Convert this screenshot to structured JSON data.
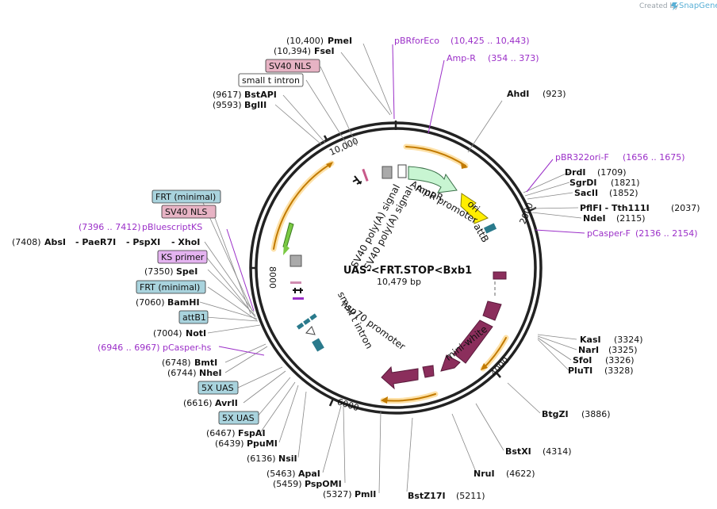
{
  "credit": {
    "prefix": "Created by",
    "brand": "SnapGene"
  },
  "plasmid": {
    "name": "UAS-<FRT.STOP<Bxb1",
    "length_label": "10,479 bp"
  },
  "ticks": [
    "2000",
    "4000",
    "6000",
    "8000",
    "10,000"
  ],
  "sites_right": [
    {
      "pos": "(923)",
      "name": "AhdI"
    },
    {
      "pos": "(1709)",
      "name": "DrdI"
    },
    {
      "pos": "(1821)",
      "name": "SgrDI"
    },
    {
      "pos": "(1852)",
      "name": "SacII"
    },
    {
      "pos": "(2037)",
      "name": "PflFI  - Tth111I"
    },
    {
      "pos": "(2115)",
      "name": "NdeI"
    },
    {
      "pos": "(3324)",
      "name": "KasI"
    },
    {
      "pos": "(3325)",
      "name": "NarI"
    },
    {
      "pos": "(3326)",
      "name": "SfoI"
    },
    {
      "pos": "(3328)",
      "name": "PluTI"
    },
    {
      "pos": "(3886)",
      "name": "BtgZI"
    },
    {
      "pos": "(4314)",
      "name": "BstXI"
    },
    {
      "pos": "(4622)",
      "name": "NruI"
    },
    {
      "pos": "(5211)",
      "name": "BstZ17I"
    }
  ],
  "sites_left": [
    {
      "pos": "(10,400)",
      "name": "PmeI"
    },
    {
      "pos": "(10,394)",
      "name": "FseI"
    },
    {
      "pos": "(9617)",
      "name": "BstAPI"
    },
    {
      "pos": "(9593)",
      "name": "BglII"
    },
    {
      "pos": "(7408)",
      "name": "AbsI"
    },
    {
      "pos": "",
      "name": "- PaeR7I"
    },
    {
      "pos": "",
      "name": "- PspXI"
    },
    {
      "pos": "",
      "name": "- XhoI"
    },
    {
      "pos": "(7350)",
      "name": "SpeI"
    },
    {
      "pos": "(7060)",
      "name": "BamHI"
    },
    {
      "pos": "(7004)",
      "name": "NotI"
    },
    {
      "pos": "(6748)",
      "name": "BmtI"
    },
    {
      "pos": "(6744)",
      "name": "NheI"
    },
    {
      "pos": "(6616)",
      "name": "AvrII"
    },
    {
      "pos": "(6467)",
      "name": "FspAI"
    },
    {
      "pos": "(6439)",
      "name": "PpuMI"
    },
    {
      "pos": "(6136)",
      "name": "NsiI"
    },
    {
      "pos": "(5463)",
      "name": "ApaI"
    },
    {
      "pos": "(5459)",
      "name": "PspOMI"
    },
    {
      "pos": "(5327)",
      "name": "PmlI"
    }
  ],
  "primers": [
    {
      "name": "pBRforEco",
      "range": "(10,425 .. 10,443)"
    },
    {
      "name": "Amp-R",
      "range": "(354 .. 373)"
    },
    {
      "name": "pBR322ori-F",
      "range": "(1656 .. 1675)"
    },
    {
      "name": "pCasper-F",
      "range": "(2136 .. 2154)"
    },
    {
      "name": "pBluescriptKS",
      "range": "(7396 .. 7412)"
    },
    {
      "name": "pCasper-hs",
      "range": "(6946 .. 6967)"
    }
  ],
  "boxed_labels": [
    {
      "text": "SV40 NLS"
    },
    {
      "text": "small t intron"
    },
    {
      "text": "FRT (minimal)"
    },
    {
      "text": "SV40 NLS"
    },
    {
      "text": "KS primer"
    },
    {
      "text": "FRT (minimal)"
    },
    {
      "text": "attB1"
    },
    {
      "text": "5X UAS"
    },
    {
      "text": "5X UAS"
    }
  ],
  "inner_features": [
    {
      "text": "AmpR"
    },
    {
      "text": "AmpR promoter"
    },
    {
      "text": "ori"
    },
    {
      "text": "attB"
    },
    {
      "text": "mini-white"
    },
    {
      "text": "hsp70 promoter"
    },
    {
      "text": "small t intron"
    },
    {
      "text": "SV40 poly(A) signal"
    },
    {
      "text": "SV40 poly(A) signal"
    }
  ],
  "colors": {
    "backbone": "#222222",
    "primer": "#9b2fc8",
    "ampr": "#c8f5d2",
    "ori": "#ffee00",
    "mini_white": "#8b2e5c",
    "orf_arrow": "#c27a00",
    "orf_glow": "#fde1a8",
    "uas_box": "#a9d3dd",
    "nls_box": "#e7b3c4",
    "ks_box": "#e4b3f0"
  }
}
